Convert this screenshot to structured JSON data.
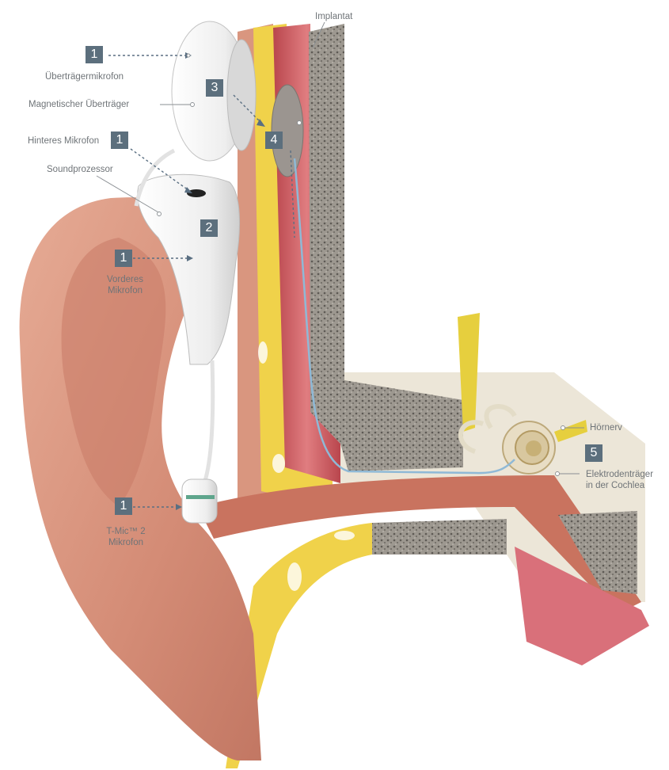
{
  "labels": {
    "implantat": "Implantat",
    "uebertraegermikrofon": "Überträgermikrofon",
    "magnetischer_uebertraeger": "Magnetischer Überträger",
    "hinteres_mikrofon": "Hinteres Mikrofon",
    "soundprozessor": "Soundprozessor",
    "vorderes_mikrofon_1": "Vorderes",
    "vorderes_mikrofon_2": "Mikrofon",
    "tmic_1": "T-Mic™ 2",
    "tmic_2": "Mikrofon",
    "hoernerv": "Hörnerv",
    "elektrodentraeger_1": "Elektrodenträger",
    "elektrodentraeger_2": "in der Cochlea"
  },
  "badges": {
    "mic_transmitter": "1",
    "mic_rear": "1",
    "mic_front": "1",
    "mic_tmic": "1",
    "processor": "2",
    "transmitter": "3",
    "implant": "4",
    "electrode": "5"
  },
  "colors": {
    "badge": "#5c6f7d",
    "label_text": "#6f7478",
    "skin": "#d9967f",
    "fat": "#f0d24a",
    "muscle": "#c9545a",
    "bone": "#8f8a82",
    "device": "#f2f2f2"
  }
}
